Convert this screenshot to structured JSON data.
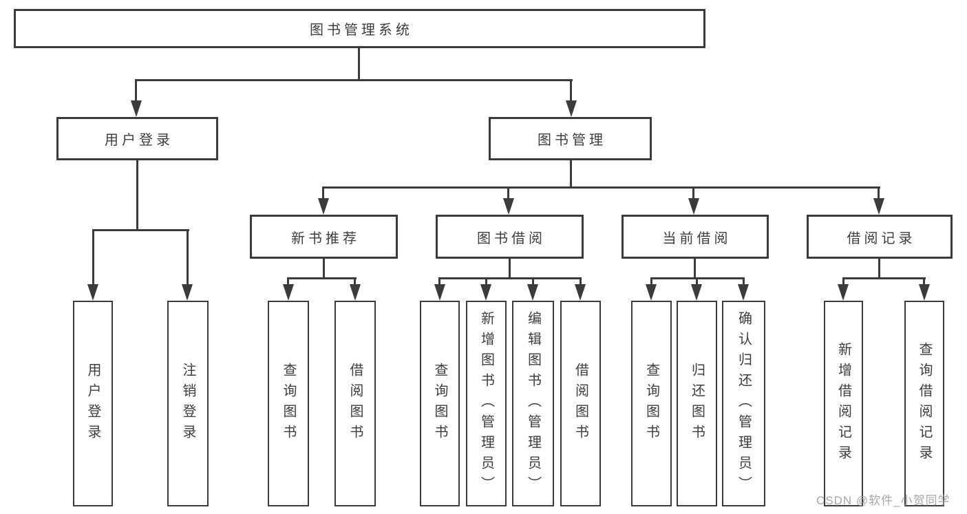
{
  "colors": {
    "line": "#3b3b3b",
    "text": "#3d3d3d",
    "box_fill": "#ffffff",
    "background": "#ffffff",
    "watermark": "#9e9e9e"
  },
  "root": {
    "label": "图书管理系统"
  },
  "level2": [
    {
      "label": "用户登录"
    },
    {
      "label": "图书管理"
    }
  ],
  "level3": [
    {
      "label": "新书推荐"
    },
    {
      "label": "图书借阅"
    },
    {
      "label": "当前借阅"
    },
    {
      "label": "借阅记录"
    }
  ],
  "leaves": [
    {
      "label": "用户登录"
    },
    {
      "label": "注销登录"
    },
    {
      "label": "查询图书"
    },
    {
      "label": "借阅图书"
    },
    {
      "label": "查询图书"
    },
    {
      "label": "新增图书（管理员）"
    },
    {
      "label": "编辑图书（管理员）"
    },
    {
      "label": "借阅图书"
    },
    {
      "label": "查询图书"
    },
    {
      "label": "归还图书"
    },
    {
      "label": "确认归还（管理员）"
    },
    {
      "label": "新增借阅记录"
    },
    {
      "label": "查询借阅记录"
    }
  ],
  "watermark": {
    "text": "CSDN @软件_小贺同学"
  }
}
